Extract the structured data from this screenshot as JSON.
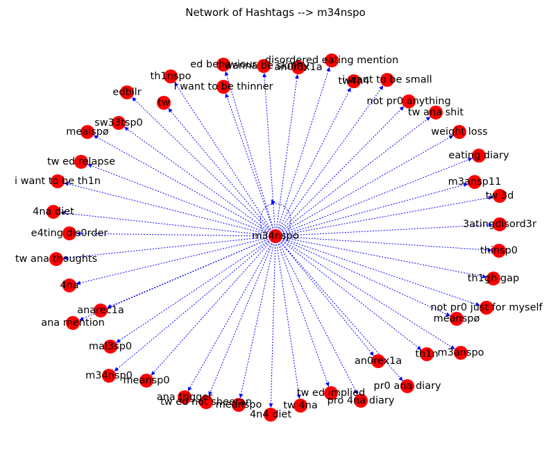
{
  "figure": {
    "title": "Network of Hashtags --> m34nspo"
  },
  "graph": {
    "type": "directed",
    "center": "m34nspo",
    "colors": {
      "node": "#ff0000",
      "edge": "#0000ff",
      "label": "#000000"
    },
    "nodes": [
      {
        "label": "m34nspo"
      },
      {
        "label": "th1nspo"
      },
      {
        "label": "ed behaviour"
      },
      {
        "label": "i wanna be skinny"
      },
      {
        "label": "disordered eating mention"
      },
      {
        "label": "an0r3x1a"
      },
      {
        "label": "i want to be thinner"
      },
      {
        "label": "edbllr"
      },
      {
        "label": "tw"
      },
      {
        "label": "sw33tsp0"
      },
      {
        "label": "mealspø"
      },
      {
        "label": "tw ed relapse"
      },
      {
        "label": "i want to be th1n"
      },
      {
        "label": "4na diet"
      },
      {
        "label": "e4ting dis0rder"
      },
      {
        "label": "tw ana thoughts"
      },
      {
        "label": "4na"
      },
      {
        "label": "anarec1a"
      },
      {
        "label": "ana mention"
      },
      {
        "label": "mal3sp0"
      },
      {
        "label": "m34nsp0"
      },
      {
        "label": "meansp0"
      },
      {
        "label": "ana trigger"
      },
      {
        "label": "tw ed not sheeran"
      },
      {
        "label": "meanspo"
      },
      {
        "label": "4n4 diet"
      },
      {
        "label": "tw 4na"
      },
      {
        "label": "tw ed implied"
      },
      {
        "label": "pro 4na diary"
      },
      {
        "label": "pr0 ana diary"
      },
      {
        "label": "an0rex1a"
      },
      {
        "label": "th1n"
      },
      {
        "label": "m3anspo"
      },
      {
        "label": "meanspø"
      },
      {
        "label": "not pr0 just for myself"
      },
      {
        "label": "th1gh gap"
      },
      {
        "label": "thinsp0"
      },
      {
        "label": "3atingdisord3r"
      },
      {
        "label": "tw 3d"
      },
      {
        "label": "m3ansp11"
      },
      {
        "label": "eating diary"
      },
      {
        "label": "weight loss"
      },
      {
        "label": "tw ana shit"
      },
      {
        "label": "not pr0 anything"
      },
      {
        "label": "i want to be small"
      },
      {
        "label": "tw4n4"
      }
    ]
  }
}
